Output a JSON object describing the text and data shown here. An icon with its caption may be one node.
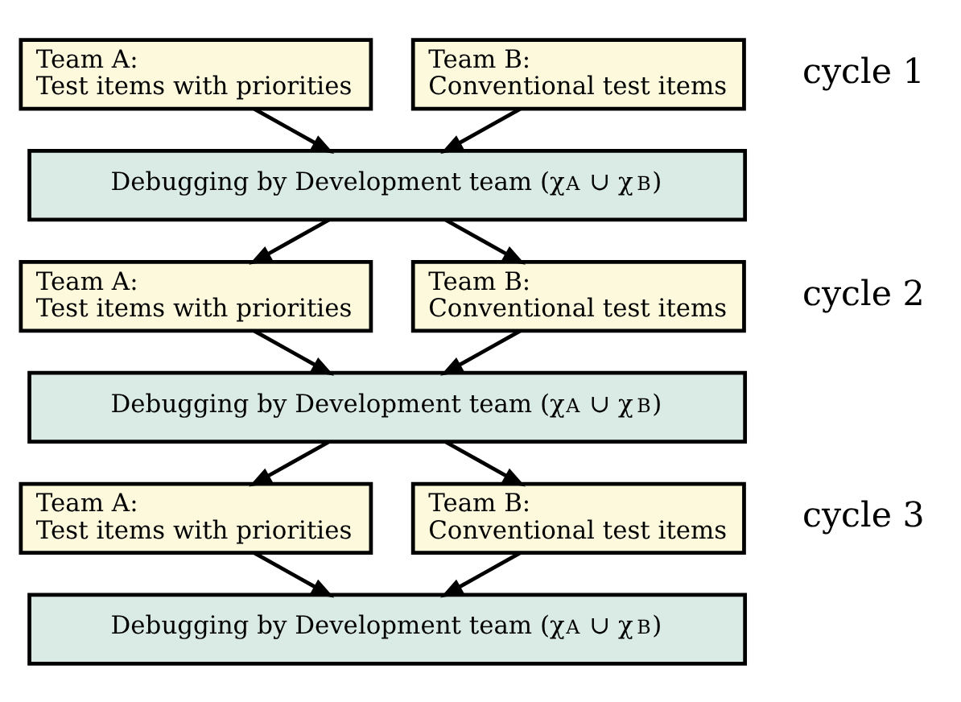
{
  "diagram": {
    "nodes": [
      {
        "text": [
          "Team A:",
          "Test items with priorities"
        ]
      },
      {
        "text": [
          "Team B:",
          "Conventional test items"
        ]
      },
      {
        "text": [
          "Debugging by Development team (χ$_{A}$ ∪ χ$_{B}$)"
        ]
      },
      {
        "text": [
          "Team A:",
          "Test items with priorities"
        ]
      },
      {
        "text": [
          "Team B:",
          "Conventional test items"
        ]
      },
      {
        "text": [
          "Debugging by Development team (χ$_{A}$ ∪ χ$_{B}$)"
        ]
      },
      {
        "text": [
          "Team A:",
          "Test items with priorities"
        ]
      },
      {
        "text": [
          "Team B:",
          "Conventional test items"
        ]
      },
      {
        "text": [
          "Debugging by Development team (χ$_{A}$ ∪ χ$_{B}$)"
        ]
      }
    ],
    "edges": [
      {
        "from": 0,
        "to": 2,
        "arrow": "to"
      },
      {
        "from": 1,
        "to": 2,
        "arrow": "to"
      },
      {
        "from": 2,
        "to": 3,
        "arrow": "to"
      },
      {
        "from": 2,
        "to": 4,
        "arrow": "to"
      },
      {
        "from": 3,
        "to": 5,
        "arrow": "to"
      },
      {
        "from": 4,
        "to": 5,
        "arrow": "to"
      },
      {
        "from": 5,
        "to": 6,
        "arrow": "to"
      },
      {
        "from": 5,
        "to": 7,
        "arrow": "to"
      },
      {
        "from": 6,
        "to": 8,
        "arrow": "to"
      },
      {
        "from": 7,
        "to": 8,
        "arrow": "to"
      }
    ],
    "labels": [
      "cycle 1",
      "cycle 2",
      "cycle 3"
    ]
  }
}
